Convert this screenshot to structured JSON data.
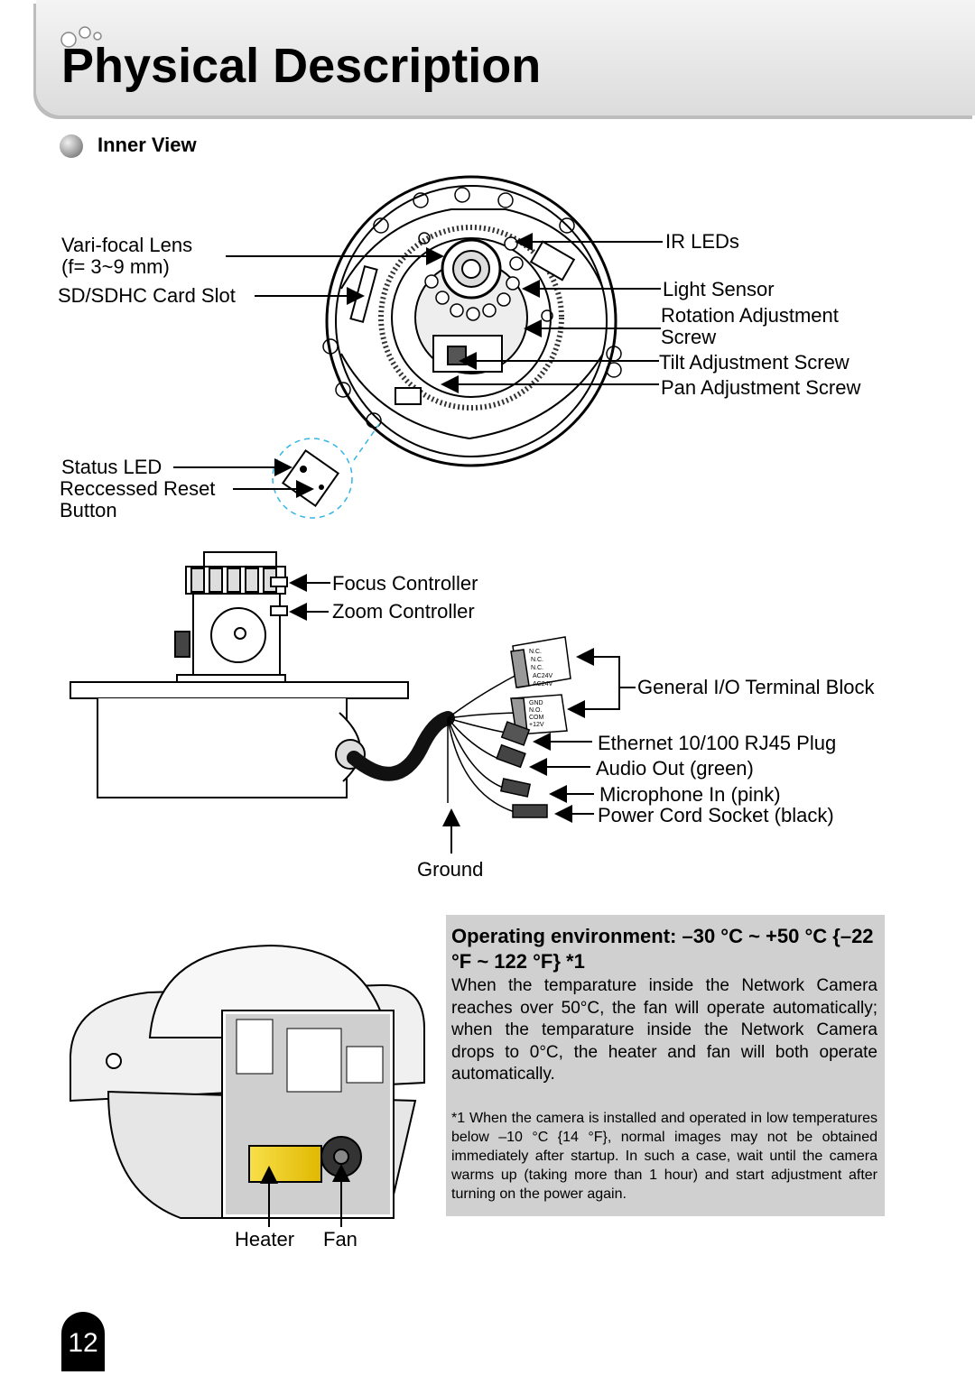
{
  "page": {
    "title": "Physical Description",
    "number": "12"
  },
  "section": {
    "heading": "Inner View"
  },
  "labels": {
    "varifocal_lens_1": "Vari-focal Lens",
    "varifocal_lens_2": "(f= 3~9 mm)",
    "sd_card_slot": "SD/SDHC Card Slot",
    "ir_leds": "IR LEDs",
    "light_sensor": "Light Sensor",
    "rotation_adjust_1": "Rotation Adjustment",
    "rotation_adjust_2": "Screw",
    "tilt_adjust": "Tilt Adjustment Screw",
    "pan_adjust": "Pan Adjustment Screw",
    "status_led": "Status LED",
    "reset_button_1": "Reccessed Reset",
    "reset_button_2": "Button",
    "focus_controller": "Focus Controller",
    "zoom_controller": "Zoom Controller",
    "io_terminal": "General I/O Terminal Block",
    "ethernet": "Ethernet 10/100 RJ45 Plug",
    "audio_out": "Audio Out (green)",
    "mic_in": "Microphone In (pink)",
    "power_socket": "Power Cord Socket (black)",
    "ground": "Ground",
    "heater": "Heater",
    "fan": "Fan"
  },
  "terminal_labels": {
    "top": [
      "N.C.",
      "N.C.",
      "N.C.",
      "AC24V",
      "AC24V"
    ],
    "bottom": [
      "GND",
      "N.O.",
      "COM",
      "+12V"
    ]
  },
  "note": {
    "title": "Operating environment: –30 °C ~ +50 °C {–22 °F ~ 122 °F} *1",
    "body": "When the temparature inside the Network Camera reaches over 50°C, the fan will operate automatically; when the temparature inside the Network Camera drops to 0°C, the heater and fan will both operate automatically.",
    "footnote": "*1 When the camera is installed and operated in low temperatures below –10 °C {14 °F}, normal images may not be obtained immediately after startup. In such a case, wait until the camera warms up (taking more than 1 hour) and start adjustment after turning on the power again."
  },
  "colors": {
    "header_bg": "#e6e6e6",
    "note_bg": "#d0d0d0",
    "heater": "#f2d000",
    "page_number_bg": "#000000"
  }
}
